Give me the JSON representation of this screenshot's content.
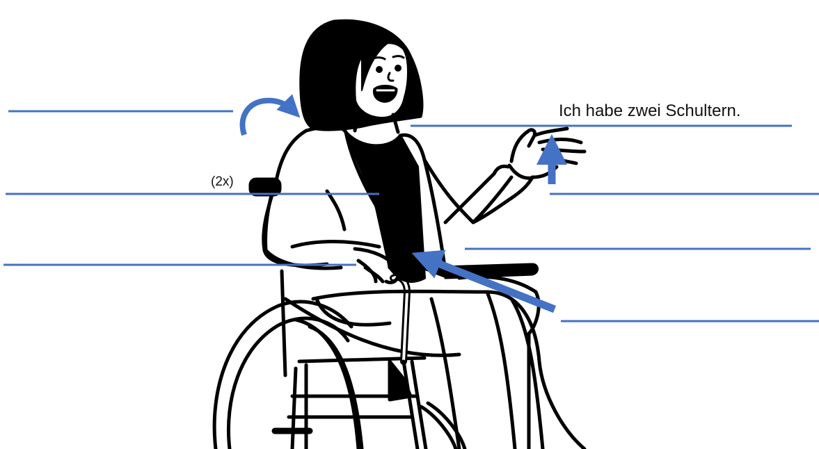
{
  "worksheet": {
    "example_sentence": "Ich habe zwei Schultern.",
    "twice_marker": "(2x)",
    "line_color": "#4472c4",
    "arrow_color": "#4472c4",
    "outline_color": "#000000",
    "answer_lines": [
      {
        "id": "answer-line-1",
        "answer": ""
      },
      {
        "id": "answer-line-2",
        "answer": ""
      },
      {
        "id": "answer-line-3",
        "answer": ""
      },
      {
        "id": "answer-line-example",
        "answer": "Ich habe zwei Schultern."
      },
      {
        "id": "answer-line-4",
        "answer": ""
      },
      {
        "id": "answer-line-5",
        "answer": ""
      },
      {
        "id": "answer-line-6",
        "answer": ""
      }
    ],
    "illustration": {
      "subject": "woman-in-wheelchair",
      "icons": [
        "curved-arrow-icon",
        "hand-arrow-icon",
        "belly-arrow-icon"
      ]
    }
  }
}
